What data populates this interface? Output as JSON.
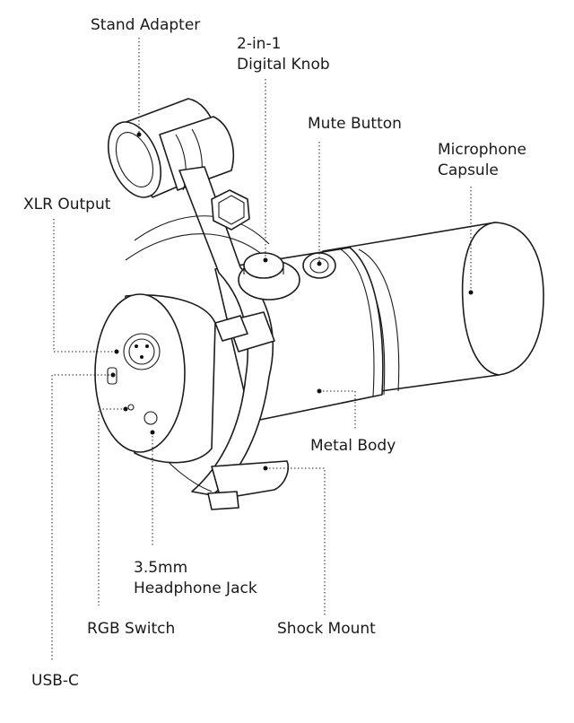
{
  "labels": {
    "stand_adapter": "Stand Adapter",
    "digital_knob_line1": "2-in-1",
    "digital_knob_line2": "Digital Knob",
    "mute_button": "Mute Button",
    "capsule_line1": "Microphone",
    "capsule_line2": "Capsule",
    "xlr_output": "XLR Output",
    "metal_body": "Metal Body",
    "headphone_line1": "3.5mm",
    "headphone_line2": "Headphone Jack",
    "rgb_switch": "RGB Switch",
    "shock_mount": "Shock Mount",
    "usb_c": "USB-C"
  }
}
